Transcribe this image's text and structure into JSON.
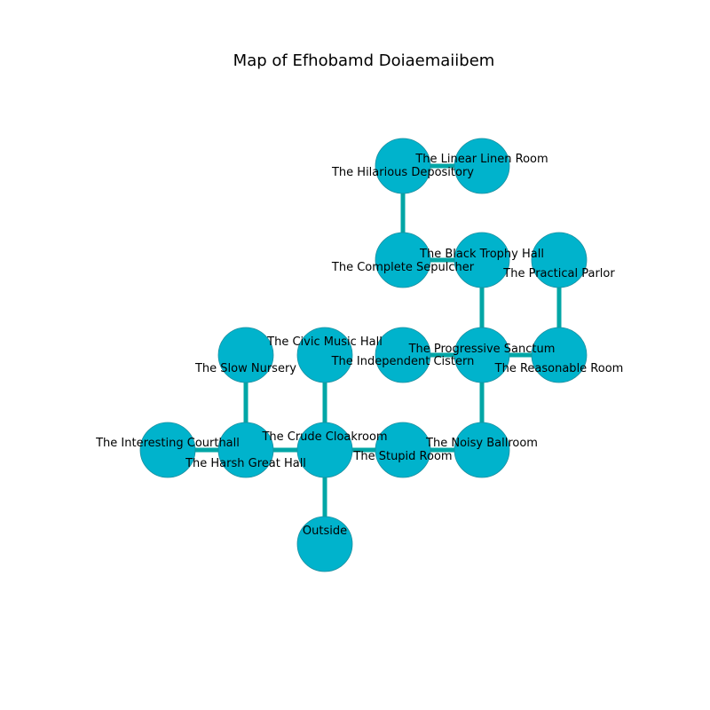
{
  "title": "Map of Efhobamd Doiaemaiibem",
  "colors": {
    "node_fill": "#00b3cc",
    "node_stroke": "#1a8fa0",
    "edge": "#00a6a6",
    "text": "#000000"
  },
  "rooms": [
    {
      "id": "hilarious",
      "name": "The Hilarious Depository"
    },
    {
      "id": "linear",
      "name": "The Linear Linen Room"
    },
    {
      "id": "complete",
      "name": "The Complete Sepulcher"
    },
    {
      "id": "black",
      "name": "The Black Trophy Hall"
    },
    {
      "id": "practical",
      "name": "The Practical Parlor"
    },
    {
      "id": "slow",
      "name": "The Slow Nursery"
    },
    {
      "id": "civic",
      "name": "The Civic Music Hall"
    },
    {
      "id": "independent",
      "name": "The Independent Cistern"
    },
    {
      "id": "progressive",
      "name": "The Progressive Sanctum"
    },
    {
      "id": "reasonable",
      "name": "The Reasonable Room"
    },
    {
      "id": "interesting",
      "name": "The Interesting Courthall"
    },
    {
      "id": "harsh",
      "name": "The Harsh Great Hall"
    },
    {
      "id": "crude",
      "name": "The Crude Cloakroom"
    },
    {
      "id": "stupid",
      "name": "The Stupid Room"
    },
    {
      "id": "noisy",
      "name": "The Noisy Ballroom"
    },
    {
      "id": "outside",
      "name": "Outside"
    }
  ],
  "connections": [
    [
      "hilarious",
      "linear"
    ],
    [
      "hilarious",
      "complete"
    ],
    [
      "complete",
      "black"
    ],
    [
      "black",
      "progressive"
    ],
    [
      "practical",
      "reasonable"
    ],
    [
      "independent",
      "progressive"
    ],
    [
      "progressive",
      "reasonable"
    ],
    [
      "progressive",
      "noisy"
    ],
    [
      "slow",
      "harsh"
    ],
    [
      "civic",
      "crude"
    ],
    [
      "interesting",
      "harsh"
    ],
    [
      "harsh",
      "crude"
    ],
    [
      "crude",
      "stupid"
    ],
    [
      "stupid",
      "noisy"
    ],
    [
      "crude",
      "outside"
    ]
  ]
}
